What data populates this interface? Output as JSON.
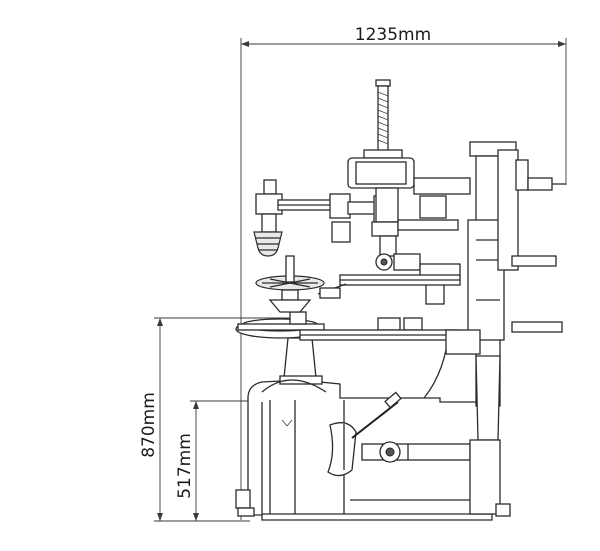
{
  "dimensions": {
    "width_label": "1235mm",
    "height_total_label": "870mm",
    "height_base_label": "517mm"
  }
}
